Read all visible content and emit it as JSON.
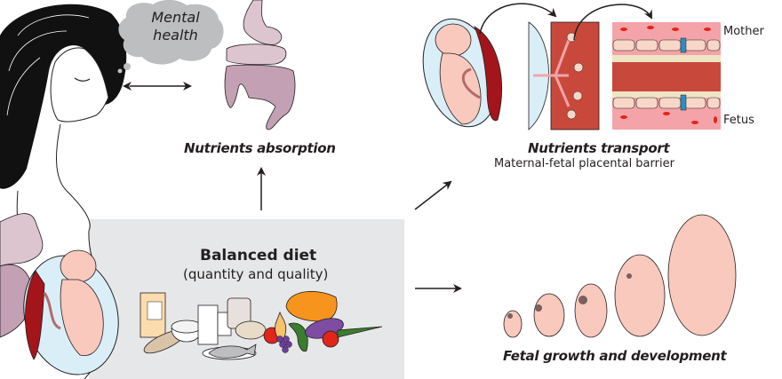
{
  "labels": {
    "mental_health_line1": "Mental",
    "mental_health_line2": "health",
    "nutrients_absorption": "Nutrients absorption",
    "nutrients_transport": "Nutrients transport",
    "placental_barrier": "Maternal-fetal placental barrier",
    "mother": "Mother",
    "fetus": "Fetus",
    "balanced_diet": "Balanced diet",
    "balanced_diet_sub": "(quantity and quality)",
    "fetal_growth": "Fetal growth and development"
  },
  "colors": {
    "hair": "#111111",
    "cloud": "#bcbec0",
    "gut_light": "#ddc5d0",
    "gut_dark": "#c3a0b4",
    "skin": "#f9c9be",
    "amniotic": "#daeef8",
    "placenta": "#a3151b",
    "tissue": "#c8493b",
    "barrier_bg": "#f4a3a8",
    "cell": "#f8d7c8",
    "channel": "#2a8fc3",
    "diet_bg": "#e6e7e8",
    "arrow": "#231f20"
  },
  "food_items": [
    "cereal box",
    "bread",
    "rice bowl",
    "milk carton",
    "canned food",
    "jar",
    "eggs",
    "potato",
    "fish",
    "apple",
    "pear",
    "grapes",
    "cucumber",
    "pumpkin",
    "eggplant",
    "tomato",
    "leeks"
  ],
  "fetal_stages": 5
}
